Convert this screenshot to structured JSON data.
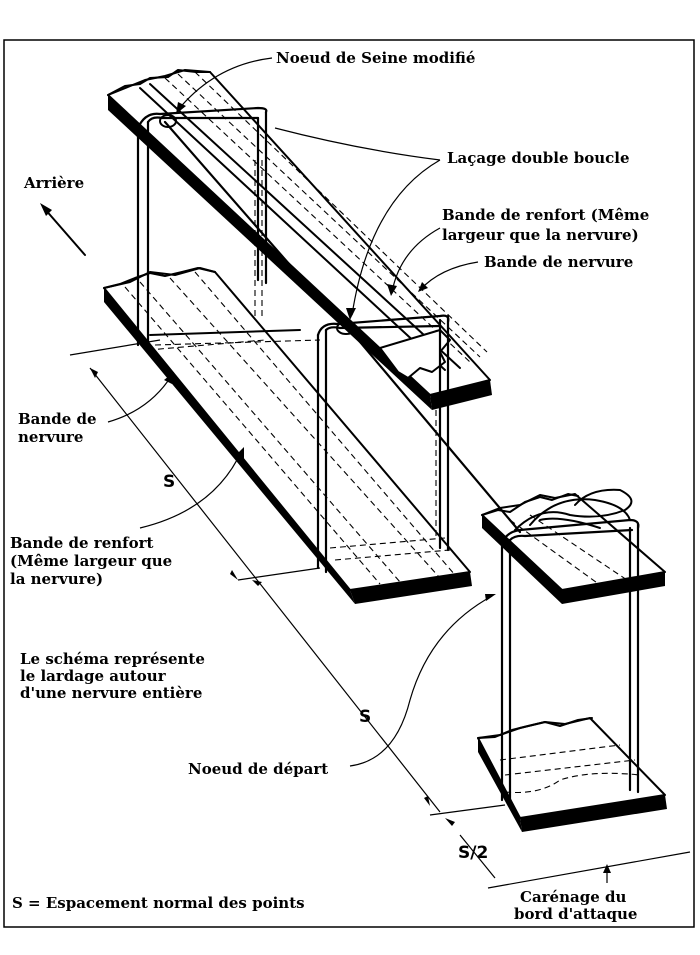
{
  "labels": {
    "noeud_seine": "Noeud de Seine modifié",
    "lacage": "Laçage double boucle",
    "arriere": "Arrière",
    "renfort_top_1": "Bande de renfort (Même",
    "renfort_top_2": "largeur que la nervure)",
    "nervure_top": "Bande de nervure",
    "nervure_left_1": "Bande de",
    "nervure_left_2": "nervure",
    "s_upper": "S",
    "renfort_left_1": "Bande de renfort",
    "renfort_left_2": "(Même largeur que",
    "renfort_left_3": "la nervure)",
    "schema_1": "Le schéma représente",
    "schema_2": "le lardage autour",
    "schema_3": "d'une nervure entière",
    "s_lower": "S",
    "noeud_depart": "Noeud de départ",
    "s_half": "S/2",
    "legend": "S = Espacement normal des points",
    "carenage_1": "Carénage du",
    "carenage_2": "bord d'attaque"
  }
}
